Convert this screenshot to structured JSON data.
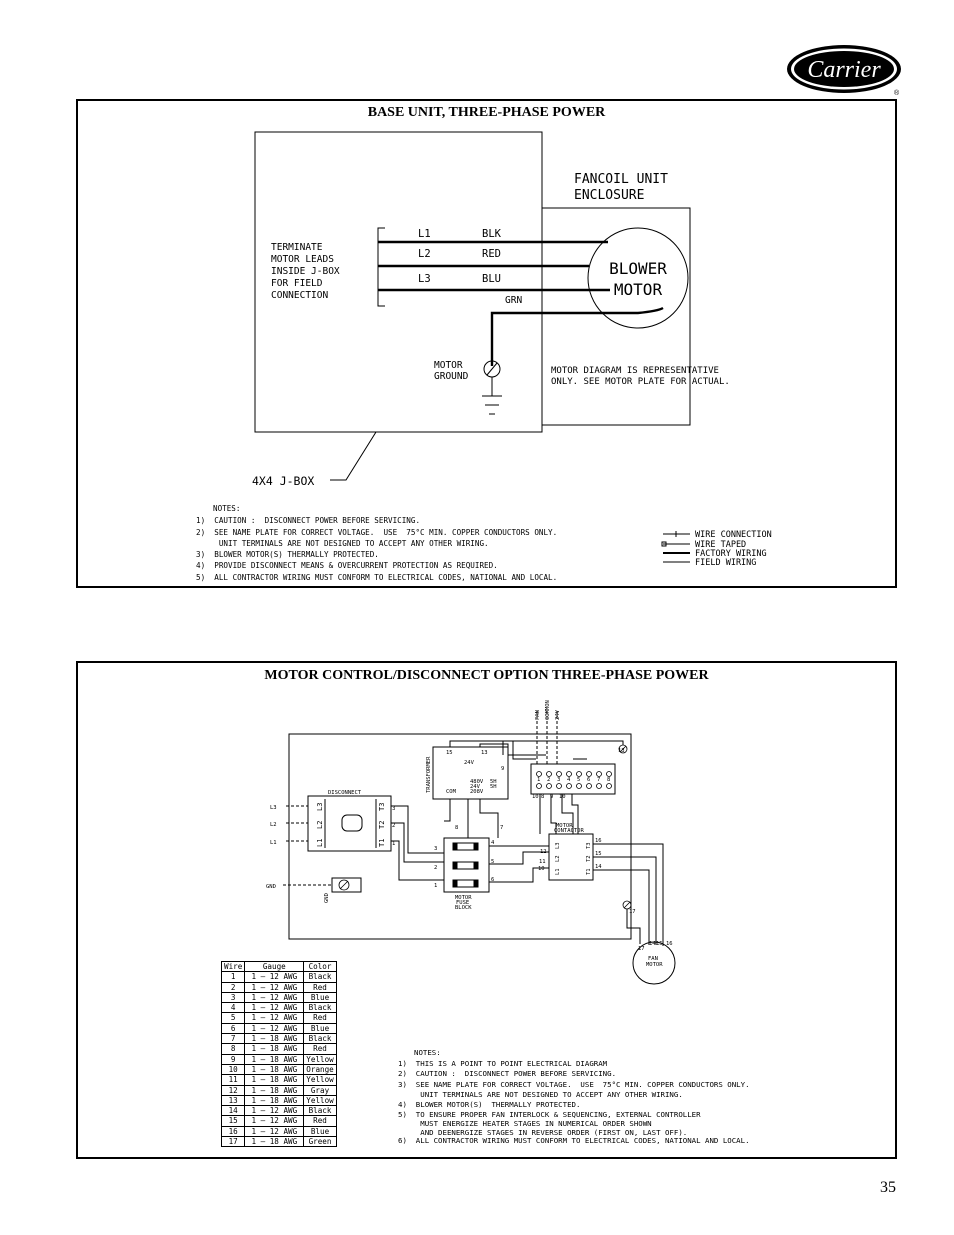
{
  "logo": {
    "text": "Carrier",
    "registered": "®"
  },
  "panel1": {
    "title": "BASE UNIT, THREE-PHASE POWER",
    "fancoil_label": [
      "FANCOIL UNIT",
      "ENCLOSURE"
    ],
    "blower_label": [
      "BLOWER",
      "MOTOR"
    ],
    "terminate_label": [
      "TERMINATE",
      "MOTOR LEADS",
      "INSIDE J-BOX",
      "FOR FIELD",
      "CONNECTION"
    ],
    "lines": [
      {
        "id": "L1",
        "color": "BLK"
      },
      {
        "id": "L2",
        "color": "RED"
      },
      {
        "id": "L3",
        "color": "BLU"
      }
    ],
    "ground_wire": "GRN",
    "motor_ground": [
      "MOTOR",
      "GROUND"
    ],
    "motor_note": [
      "MOTOR DIAGRAM IS REPRESENTATIVE",
      "ONLY.   SEE MOTOR PLATE FOR ACTUAL."
    ],
    "jbox_label": "4X4 J-BOX",
    "notes_title": "NOTES:",
    "notes": [
      "1)  CAUTION :  DISCONNECT POWER BEFORE SERVICING.",
      "2)  SEE NAME PLATE FOR CORRECT VOLTAGE.  USE  75°C MIN. COPPER CONDUCTORS ONLY.",
      "     UNIT TERMINALS ARE NOT DESIGNED TO ACCEPT ANY OTHER WIRING.",
      "3)  BLOWER MOTOR(S) THERMALLY PROTECTED.",
      "4)  PROVIDE DISCONNECT MEANS & OVERCURRENT PROTECTION AS REQUIRED.",
      "5)  ALL CONTRACTOR WIRING MUST CONFORM TO ELECTRICAL CODES, NATIONAL AND LOCAL."
    ],
    "legend": [
      "WIRE CONNECTION",
      "WIRE TAPED",
      "FACTORY WIRING",
      "FIELD WIRING"
    ]
  },
  "panel2": {
    "title": "MOTOR CONTROL/DISCONNECT OPTION THREE-PHASE POWER",
    "top_labels": [
      "FAN",
      "COMMON",
      "24V"
    ],
    "transformer": "TRANSFORMER",
    "xfmr_voltage": "24V",
    "xfmr_taps": [
      "480V",
      "24V",
      "208V"
    ],
    "xfmr_tap_suffix": [
      "5H",
      "5H"
    ],
    "xfmr_com": "COM",
    "xfmr_pins": [
      "15",
      "13",
      "9"
    ],
    "terminal_numbers": [
      "1",
      "2",
      "3",
      "4",
      "5",
      "6",
      "7",
      "8"
    ],
    "terminal_pins": [
      "10",
      "8",
      "9",
      "10"
    ],
    "pin_13": "13",
    "disconnect": "DISCONNECT",
    "disc_terms_left": [
      "L3",
      "L2",
      "L1"
    ],
    "disc_terms_right": [
      "T3",
      "T2",
      "T1"
    ],
    "disc_pins": [
      "3",
      "2",
      "1"
    ],
    "line_labels": [
      "L3",
      "L2",
      "L1"
    ],
    "gnd": "GND",
    "gnd_lug": "GND",
    "fuse_block": [
      "MOTOR",
      "FUSE",
      "BLOCK"
    ],
    "fuse_pins_left": [
      "3",
      "2",
      "1"
    ],
    "fuse_pins_right": [
      "4",
      "5",
      "6"
    ],
    "fuse_pins_top": [
      "8",
      "7"
    ],
    "contactor": [
      "MOTOR",
      "CONTACTOR"
    ],
    "contactor_terms": [
      "L3",
      "L2",
      "L1"
    ],
    "contactor_out": [
      "T3",
      "T2",
      "T1"
    ],
    "contactor_pins_right": [
      "16",
      "15",
      "14"
    ],
    "contactor_pins_left": [
      "12",
      "11",
      "10"
    ],
    "ground_pin": "17",
    "fan_motor": [
      "FAN",
      "MOTOR"
    ],
    "fan_motor_pins": [
      "17",
      "14",
      "15",
      "16"
    ],
    "wire_table": {
      "headers": [
        "Wire",
        "Gauge",
        "Color"
      ],
      "rows": [
        [
          "1",
          "1 – 12 AWG",
          "Black"
        ],
        [
          "2",
          "1 – 12 AWG",
          "Red"
        ],
        [
          "3",
          "1 – 12 AWG",
          "Blue"
        ],
        [
          "4",
          "1 – 12 AWG",
          "Black"
        ],
        [
          "5",
          "1 – 12 AWG",
          "Red"
        ],
        [
          "6",
          "1 – 12 AWG",
          "Blue"
        ],
        [
          "7",
          "1 – 18 AWG",
          "Black"
        ],
        [
          "8",
          "1 – 18 AWG",
          "Red"
        ],
        [
          "9",
          "1 – 18 AWG",
          "Yellow"
        ],
        [
          "10",
          "1 – 18 AWG",
          "Orange"
        ],
        [
          "11",
          "1 – 18 AWG",
          "Yellow"
        ],
        [
          "12",
          "1 – 18 AWG",
          "Gray"
        ],
        [
          "13",
          "1 – 18 AWG",
          "Yellow"
        ],
        [
          "14",
          "1 – 12 AWG",
          "Black"
        ],
        [
          "15",
          "1 – 12 AWG",
          "Red"
        ],
        [
          "16",
          "1 – 12 AWG",
          "Blue"
        ],
        [
          "17",
          "1 – 18 AWG",
          "Green"
        ]
      ]
    },
    "notes_title": "NOTES:",
    "notes": [
      "1)  THIS IS A POINT TO POINT ELECTRICAL DIAGRAM",
      "2)  CAUTION :  DISCONNECT POWER BEFORE SERVICING.",
      "3)  SEE NAME PLATE FOR CORRECT VOLTAGE.  USE  75°C MIN. COPPER CONDUCTORS ONLY.",
      "     UNIT TERMINALS ARE NOT DESIGNED TO ACCEPT ANY OTHER WIRING.",
      "4)  BLOWER MOTOR(S)  THERMALLY PROTECTED.",
      "5)  TO ENSURE PROPER FAN INTERLOCK & SEQUENCING, EXTERNAL CONTROLLER",
      "     MUST ENERGIZE HEATER STAGES IN NUMERICAL ORDER SHOWN",
      "     AND DEENERGIZE STAGES IN REVERSE ORDER (FIRST ON, LAST OFF).",
      "6)  ALL CONTRACTOR WIRING MUST CONFORM TO ELECTRICAL CODES, NATIONAL AND LOCAL."
    ]
  },
  "page_number": "35"
}
